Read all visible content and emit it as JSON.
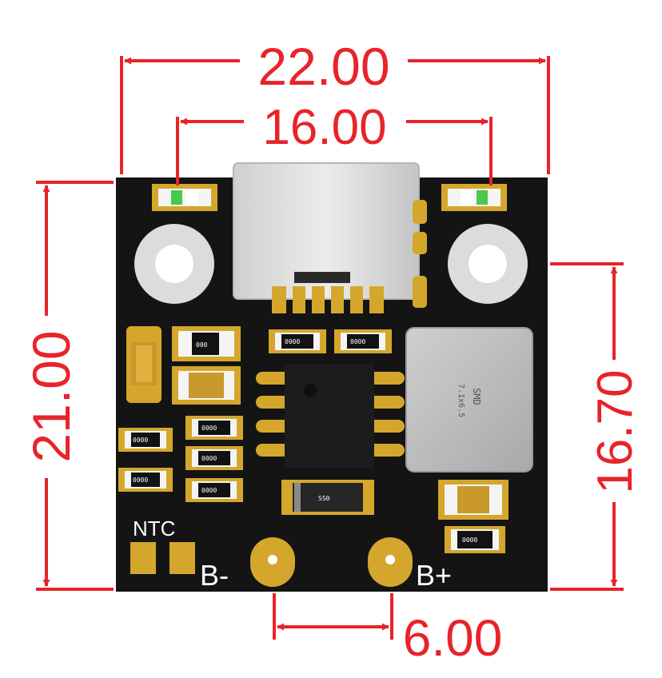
{
  "dimensions": {
    "width_total": "22.00",
    "width_inner": "16.00",
    "height_total": "21.00",
    "height_right": "16.70",
    "pad_spacing": "6.00"
  },
  "silkscreen": {
    "ntc": "NTC",
    "b_minus": "B-",
    "b_plus": "B+"
  },
  "inductor_text": {
    "line1": "SMD",
    "line2": "7.1x6.5"
  },
  "colors": {
    "dimension": "#e8232a",
    "board": "#141414",
    "pad_gold": "#d4a72c",
    "connector": "#d9d9d9"
  }
}
